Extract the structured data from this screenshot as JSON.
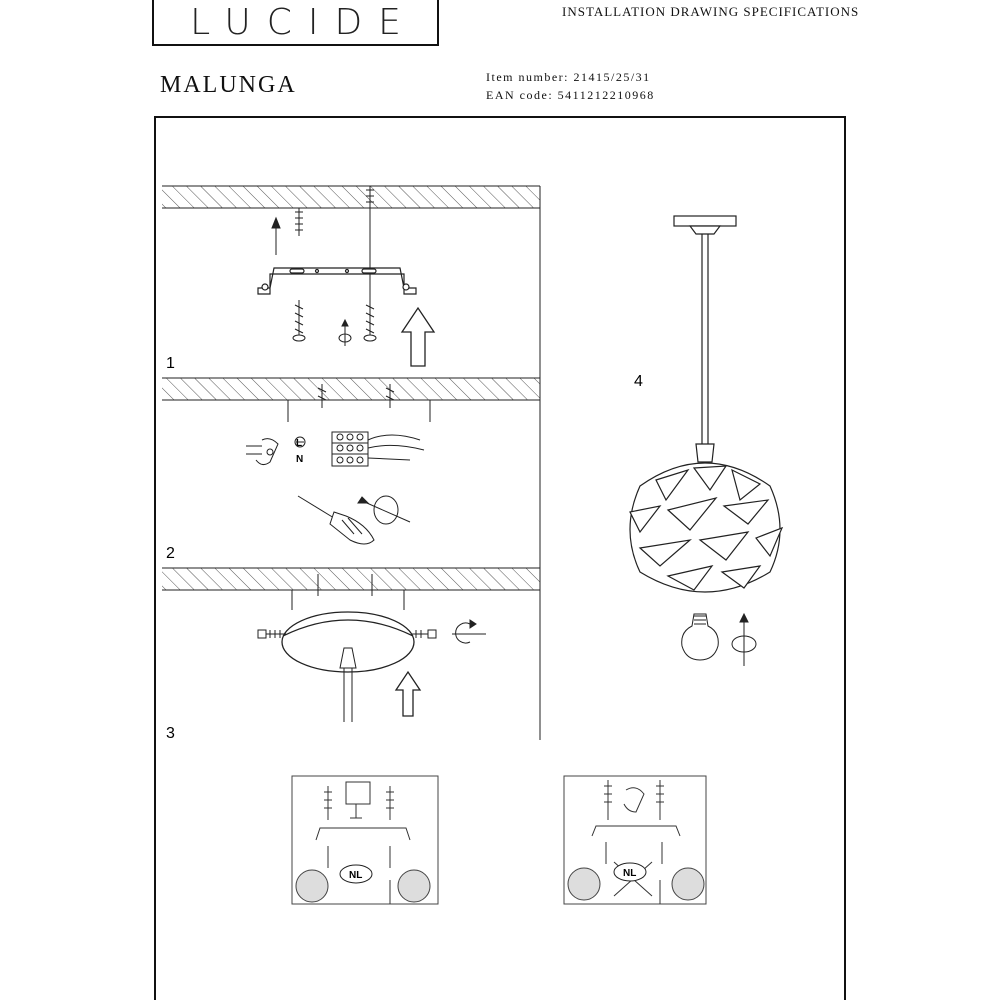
{
  "header": {
    "brand": "LUCIDE",
    "doc_title": "INSTALLATION DRAWING SPECIFICATIONS",
    "product_name": "MALUNGA",
    "item_number_label": "Item number:",
    "item_number": "21415/25/31",
    "ean_label": "EAN code:",
    "ean": "5411212210968"
  },
  "steps": [
    {
      "number": "1"
    },
    {
      "number": "2"
    },
    {
      "number": "3"
    },
    {
      "number": "4"
    }
  ],
  "wiring": {
    "live": "L",
    "neutral": "N"
  },
  "badges": {
    "nl_left": "NL",
    "nl_right": "NL"
  }
}
